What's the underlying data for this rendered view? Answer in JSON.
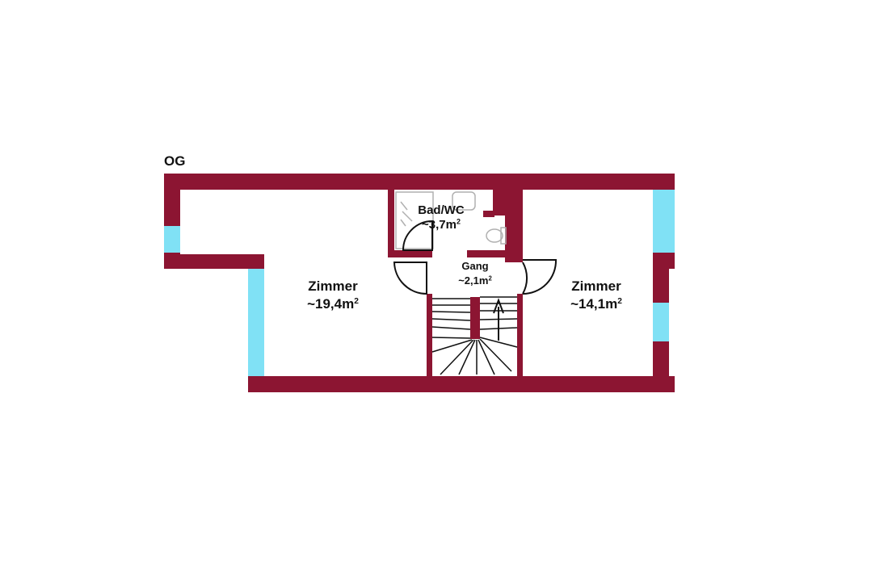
{
  "floor": {
    "label": "OG"
  },
  "rooms": [
    {
      "id": "bath",
      "name": "Bad/WC",
      "area": "~3,7m",
      "unit_sup": "2"
    },
    {
      "id": "hall",
      "name": "Gang",
      "area": "~2,1m",
      "unit_sup": "2"
    },
    {
      "id": "room_left",
      "name": "Zimmer",
      "area": "~19,4m",
      "unit_sup": "2"
    },
    {
      "id": "room_right",
      "name": "Zimmer",
      "area": "~14,1m",
      "unit_sup": "2"
    }
  ],
  "colors": {
    "wall": "#8c1532",
    "window": "#80e1f5",
    "line": "#111111",
    "fixture": "#b0b0b0",
    "background": "#ffffff"
  },
  "icons": {
    "stair_direction": "arrow-up-icon",
    "shower": "shower-icon",
    "sink": "sink-icon",
    "toilet": "toilet-icon"
  }
}
